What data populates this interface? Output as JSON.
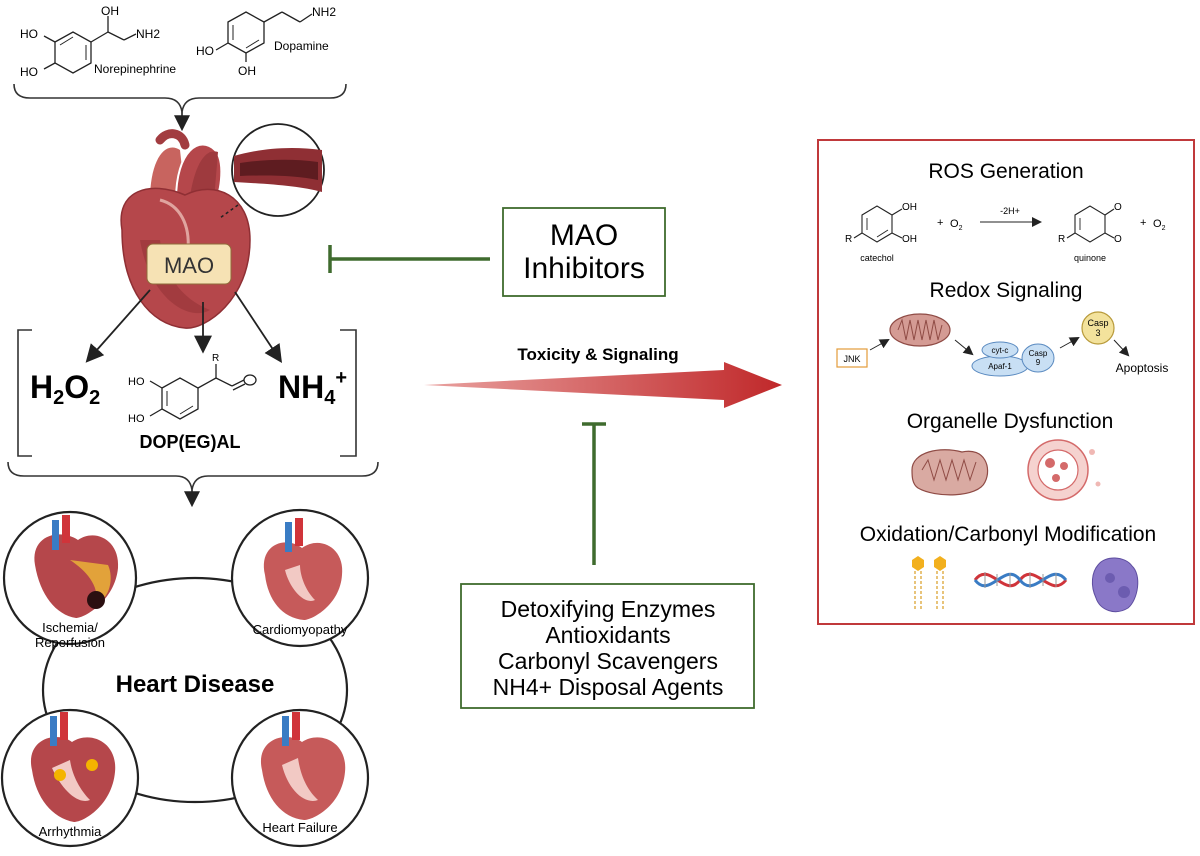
{
  "molecules": {
    "norepinephrine": {
      "name": "Norepinephrine",
      "oh": "OH",
      "nh2": "NH2",
      "ho_top": "HO",
      "ho_bottom": "HO"
    },
    "dopamine": {
      "name": "Dopamine",
      "nh2": "NH2",
      "ho": "HO",
      "oh": "OH"
    }
  },
  "enzyme": {
    "label": "MAO"
  },
  "products": {
    "h2o2": {
      "base": "H",
      "sub1": "2",
      "mid": "O",
      "sub2": "2"
    },
    "nh4": {
      "base": "NH",
      "sub": "4",
      "sup": "+"
    },
    "dopegal": {
      "name": "DOP(EG)AL",
      "r": "R",
      "ho_top": "HO",
      "ho_bottom": "HO"
    }
  },
  "disease": {
    "title": "Heart Disease",
    "items": [
      "Ischemia/\nReperfusion",
      "Cardiomyopathy",
      "Arrhythmia",
      "Heart Failure"
    ]
  },
  "inhibitors": {
    "line1": "MAO",
    "line2": "Inhibitors"
  },
  "arrow_label": "Toxicity & Signaling",
  "detox": {
    "lines": [
      "Detoxifying Enzymes",
      "Antioxidants",
      "Carbonyl Scavengers",
      "NH4+ Disposal Agents"
    ]
  },
  "panel": {
    "ros": {
      "title": "ROS Generation",
      "catechol": "catechol",
      "quinone": "quinone",
      "reaction_label": "-2H+",
      "o2": "O2",
      "superoxide": "O2",
      "plus": "+",
      "r": "R",
      "oh": "OH",
      "o": "O"
    },
    "redox": {
      "title": "Redox Signaling",
      "jnk": "JNK",
      "cytc": "cyt-c",
      "apaf": "Apaf-1",
      "casp9": "Casp 9",
      "casp3": "Casp 3",
      "apoptosis": "Apoptosis"
    },
    "organelle": {
      "title": "Organelle Dysfunction"
    },
    "oxidation": {
      "title": "Oxidation/Carbonyl Modification"
    }
  },
  "colors": {
    "heart": "#b5474b",
    "heart_dark": "#8f2f34",
    "mao_box": "#f6e2b4",
    "inhibitor_green": "#3f6b2e",
    "arrow_red": "#c0282a",
    "panel_border": "#c0393b",
    "vessel_blue": "#3a7cc4"
  }
}
